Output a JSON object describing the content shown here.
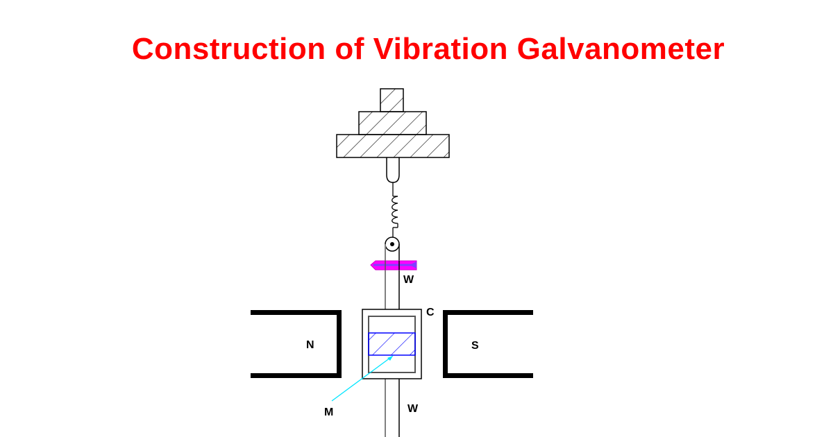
{
  "title": "Construction of Vibration Galvanometer",
  "colors": {
    "title": "#ff0000",
    "outline": "#000000",
    "wire_left": "#808080",
    "magnet_band": "#0000ff",
    "pointer_line": "#00e5ff",
    "mirror_fill": "#ff00ff",
    "mirror_core": "#7f3fff"
  },
  "labels": {
    "wire_upper": "W",
    "coil": "C",
    "north_pole": "N",
    "south_pole": "S",
    "moving_magnet": "M",
    "wire_lower": "W"
  },
  "components": [
    {
      "id": "support-top-block",
      "description": "hatched block"
    },
    {
      "id": "support-middle-block",
      "description": "hatched block"
    },
    {
      "id": "support-base-block",
      "description": "hatched block"
    },
    {
      "id": "suspension-hook",
      "description": "U-shaped holder"
    },
    {
      "id": "tension-spring",
      "description": "coiled spring"
    },
    {
      "id": "pulley",
      "description": "small pulley"
    },
    {
      "id": "mirror",
      "description": "mirror strip"
    },
    {
      "id": "north-magnet-pole",
      "label_ref": "north_pole"
    },
    {
      "id": "south-magnet-pole",
      "label_ref": "south_pole"
    },
    {
      "id": "coil-frame",
      "label_ref": "coil"
    },
    {
      "id": "moving-magnet",
      "label_ref": "moving_magnet"
    }
  ]
}
